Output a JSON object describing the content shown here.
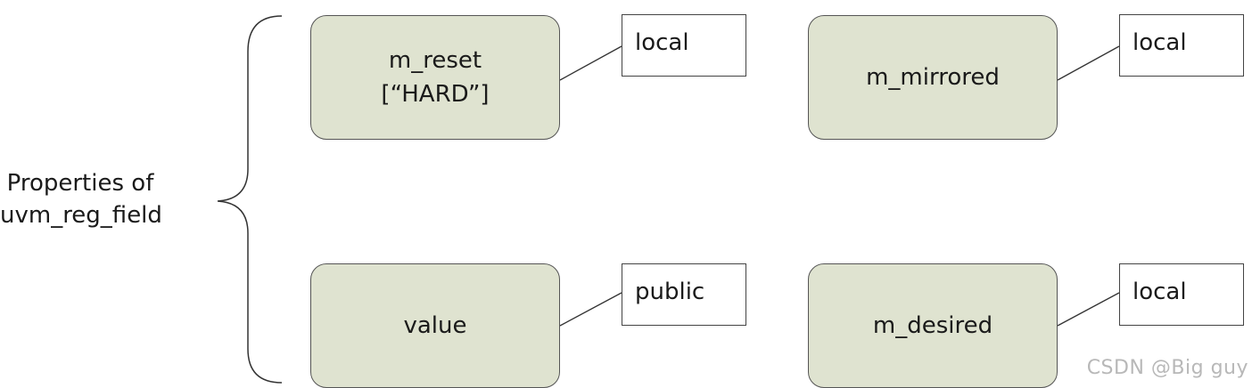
{
  "caption": {
    "line1": "Properties of",
    "line2": "uvm_reg_field"
  },
  "fields": {
    "reset": {
      "name": "m_reset",
      "subtitle": "[“HARD”]",
      "access": "local"
    },
    "mirrored": {
      "name": "m_mirrored",
      "access": "local"
    },
    "value": {
      "name": "value",
      "access": "public"
    },
    "desired": {
      "name": "m_desired",
      "access": "local"
    }
  },
  "watermark": "CSDN @Big  guy",
  "colors": {
    "node_fill": "#dfe3d0",
    "node_border": "#555555",
    "tag_border": "#444444",
    "connector": "#333333"
  }
}
